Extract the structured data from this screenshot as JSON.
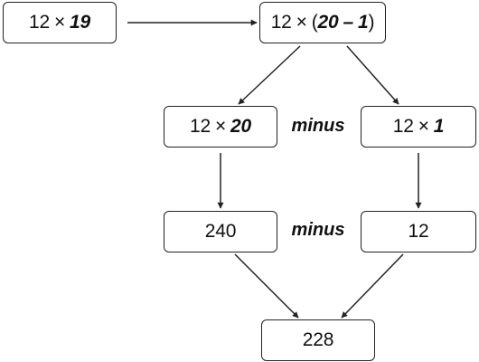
{
  "box_a": {
    "base": "12",
    "times": "×",
    "factor": "19"
  },
  "box_b": {
    "base": "12",
    "times": "×",
    "open": "(",
    "big": "20",
    "minus": "–",
    "small": "1",
    "close": ")"
  },
  "box_c": {
    "base": "12",
    "times": "×",
    "factor": "20"
  },
  "box_d": {
    "base": "12",
    "times": "×",
    "factor": "1"
  },
  "box_e": {
    "value": "240"
  },
  "box_f": {
    "value": "12"
  },
  "box_g": {
    "value": "228"
  },
  "operator_top": "minus",
  "operator_bottom": "minus"
}
